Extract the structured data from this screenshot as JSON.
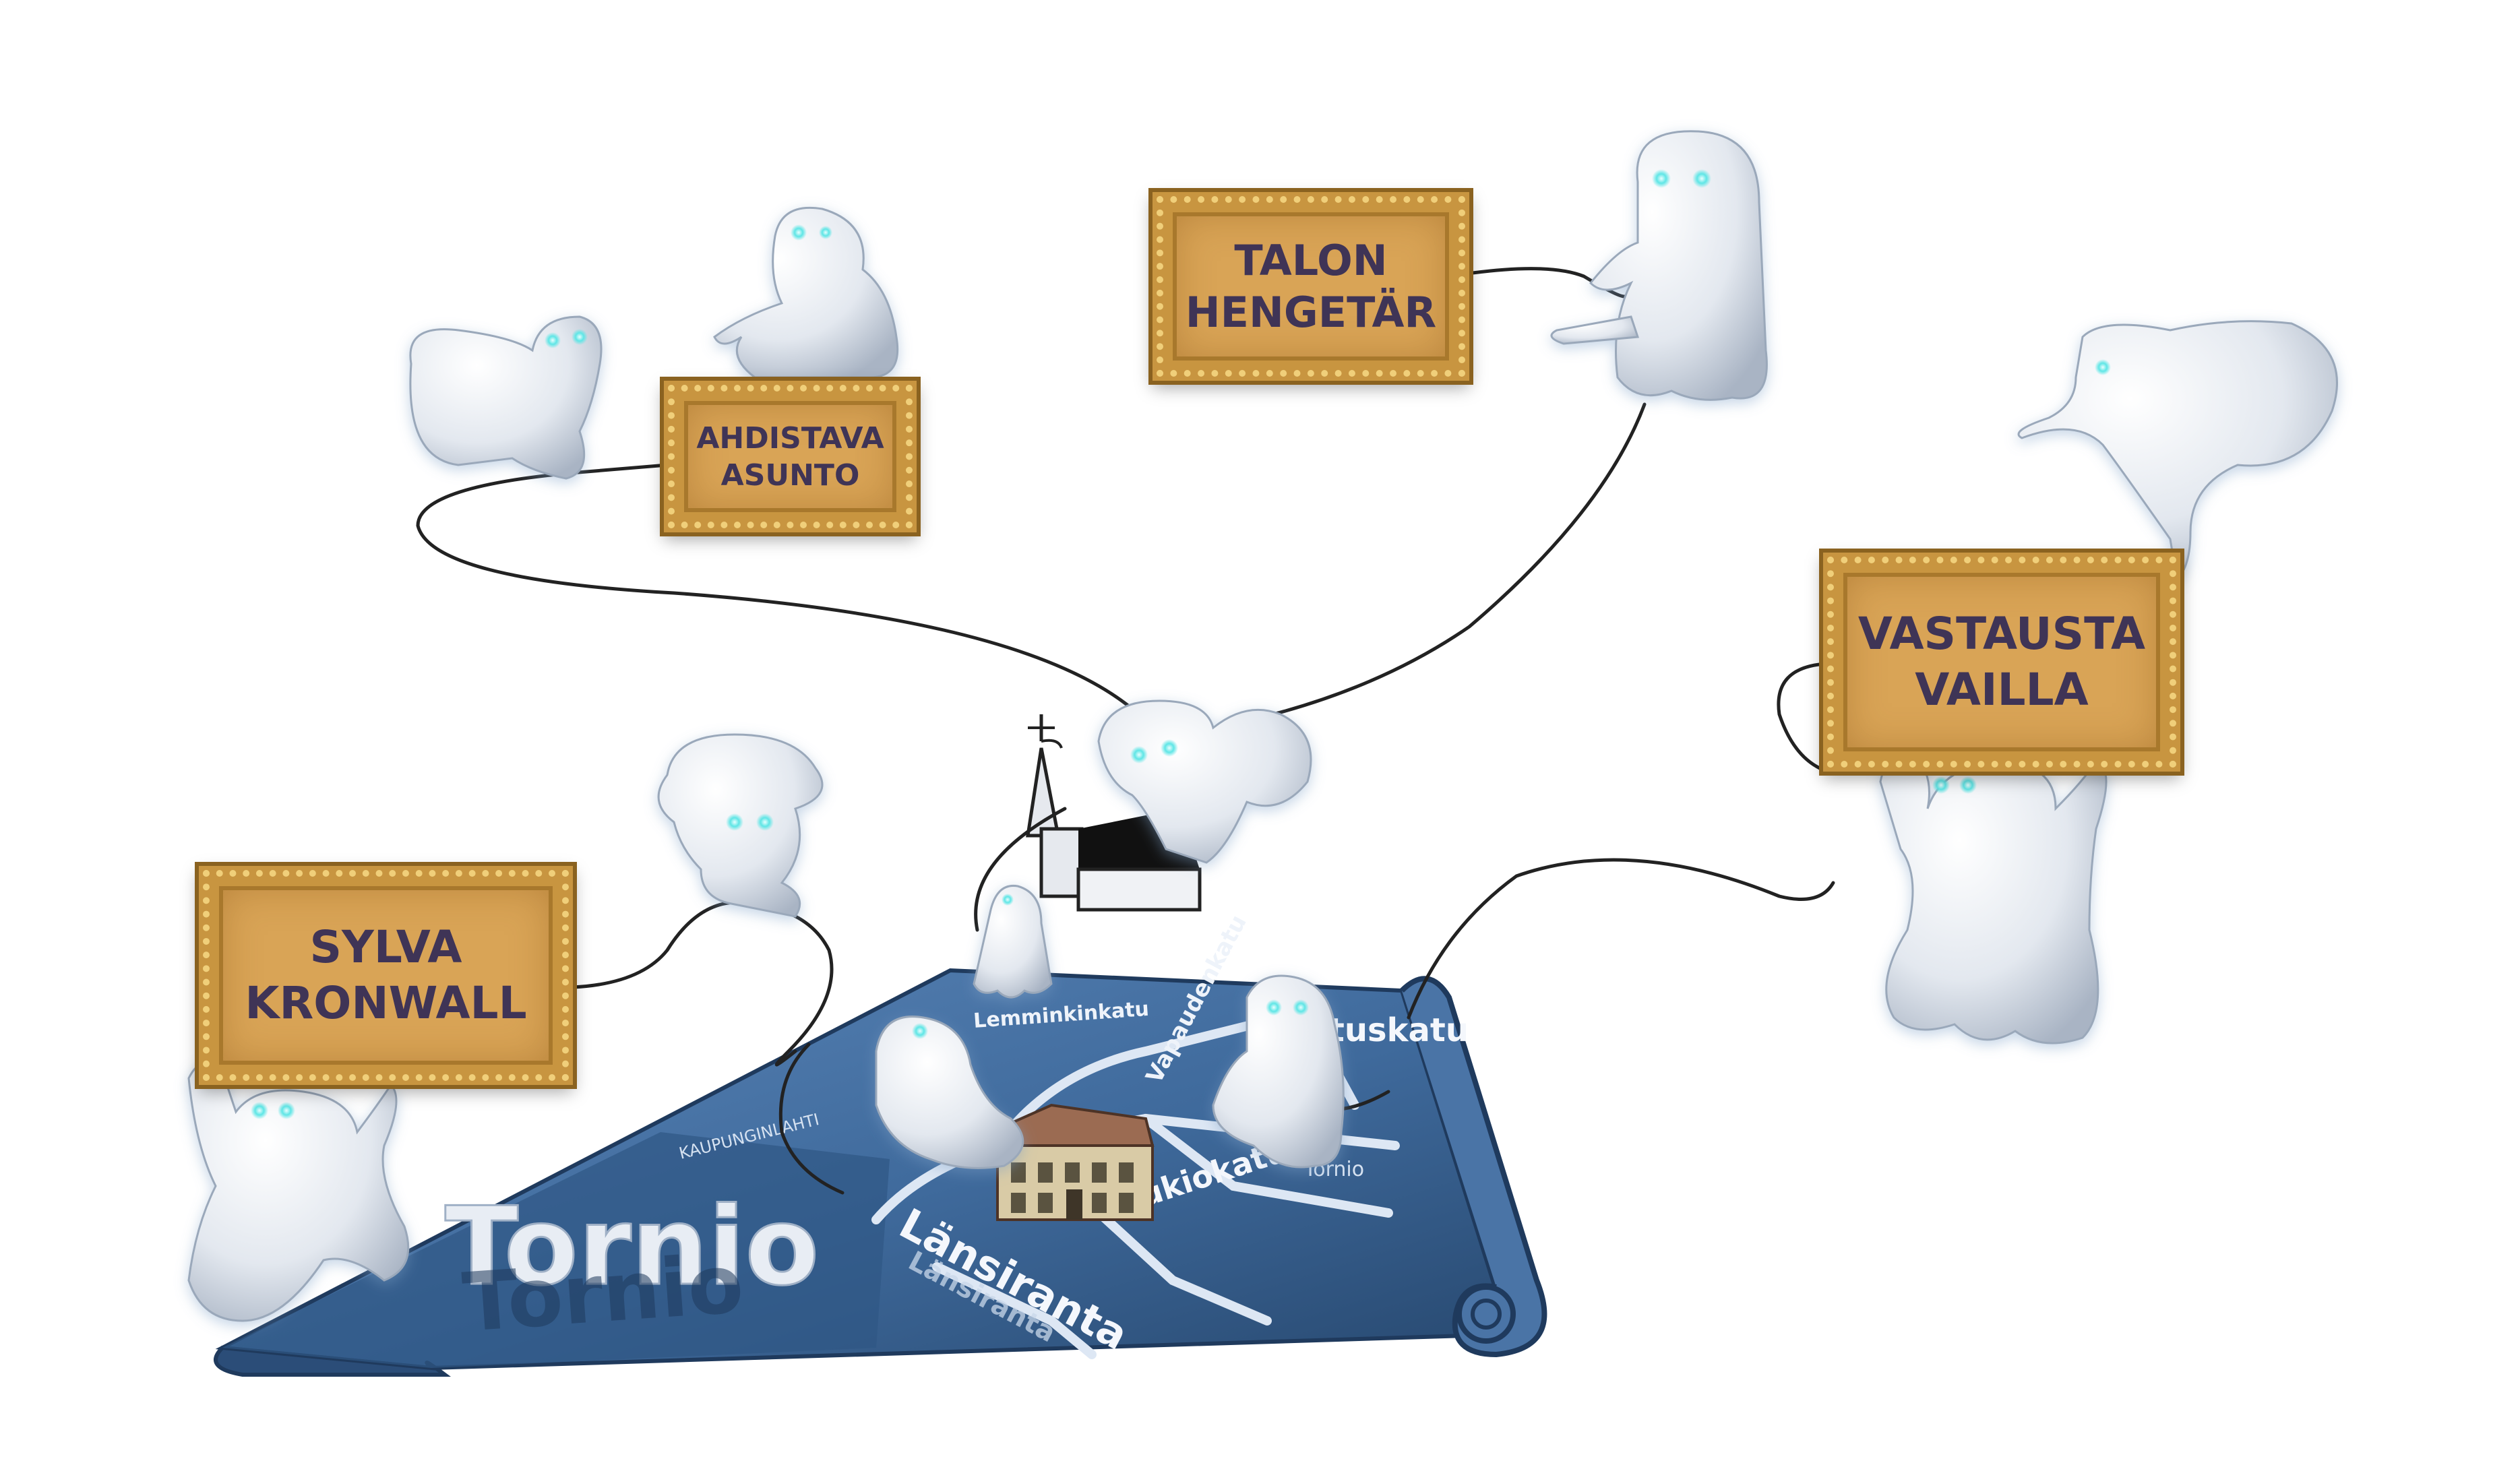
{
  "frames": {
    "talon": {
      "label": "TALON\nHENGETÄR"
    },
    "ahdistava": {
      "label": "AHDISTAVA\nASUNTO"
    },
    "vastausta": {
      "label": "VASTAUSTA\nVAILLA"
    },
    "sylva": {
      "label": "SYLVA\nKRONWALL"
    }
  },
  "map": {
    "city": "Tornio",
    "city_reflection": "Tornio",
    "streets": {
      "lemminkinkatu": "Lemminkinkatu",
      "vapaudenkatu": "Vapaudenkatu",
      "hallituskatu": "Hallituskatu",
      "lukiokatu": "Lukiokatu",
      "lansiranta": "Länsiranta",
      "lansiranta_reflection": "Länsiranta",
      "kaupunginlahti": "KAUPUNGINLAHTI",
      "tornio_small": "Tornio"
    }
  },
  "colors": {
    "frame_gold": "#d9a456",
    "frame_text": "#3f3456",
    "map_blue": "#3f6a9c",
    "ghost": "#e8ecf2",
    "ghost_eye": "#5fe6e6",
    "string": "#222222"
  }
}
